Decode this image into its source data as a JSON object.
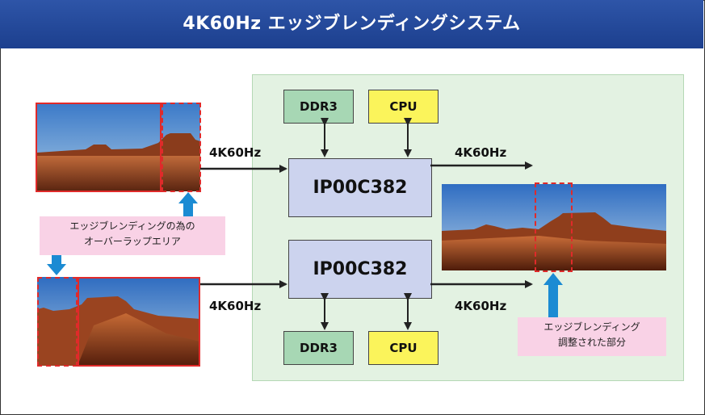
{
  "title": "4K60Hz エッジブレンディングシステム",
  "chip_top": "IP00C382",
  "chip_bottom": "IP00C382",
  "ddr_top": "DDR3",
  "cpu_top": "CPU",
  "ddr_bottom": "DDR3",
  "cpu_bottom": "CPU",
  "in_top": "4K60Hz",
  "in_bottom": "4K60Hz",
  "out_top": "4K60Hz",
  "out_bottom": "4K60Hz",
  "note_overlap": [
    "エッジブレンディングの為の",
    "オーバーラップエリア"
  ],
  "note_blend": [
    "エッジブレンディング",
    "調整された部分"
  ],
  "colors": {
    "header": "#1f448f",
    "system_area": "#e3f2e2",
    "chip": "#ccd3ee",
    "ddr": "#a7d7b4",
    "cpu": "#fbf45b",
    "note": "#f9d2e6",
    "frame_red": "#e02a2a",
    "blue_arrow": "#1b8bd3"
  }
}
